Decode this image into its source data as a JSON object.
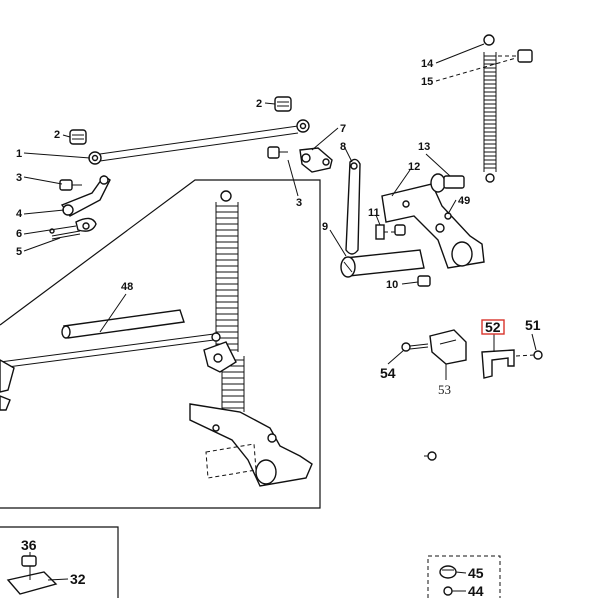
{
  "diagram": {
    "labels": {
      "l1": "1",
      "l2a": "2",
      "l2b": "2",
      "l3a": "3",
      "l3b": "3",
      "l4": "4",
      "l5": "5",
      "l6": "6",
      "l7": "7",
      "l8": "8",
      "l9": "9",
      "l10": "10",
      "l11": "11",
      "l12": "12",
      "l13": "13",
      "l14": "14",
      "l15": "15",
      "l48": "48",
      "l49": "49",
      "l51": "51",
      "l52": "52",
      "l53": "53",
      "l54": "54",
      "l36": "36",
      "l32": "32",
      "l45": "45",
      "l44": "44"
    },
    "colors": {
      "line": "#111111",
      "highlight": "#d9342b",
      "background": "#ffffff"
    }
  }
}
